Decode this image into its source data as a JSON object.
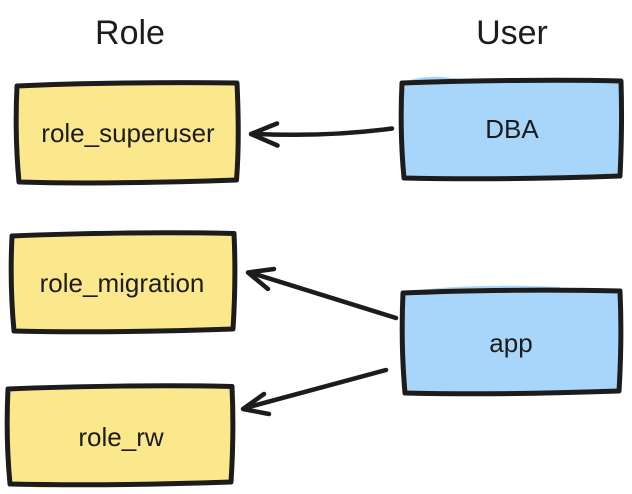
{
  "headers": {
    "role": "Role",
    "user": "User"
  },
  "nodes": {
    "roles": [
      {
        "label": "role_superuser"
      },
      {
        "label": "role_migration"
      },
      {
        "label": "role_rw"
      }
    ],
    "users": [
      {
        "label": "DBA"
      },
      {
        "label": "app"
      }
    ]
  },
  "edges": [
    {
      "from": "DBA",
      "to": "role_superuser"
    },
    {
      "from": "app",
      "to": "role_migration"
    },
    {
      "from": "app",
      "to": "role_rw"
    }
  ],
  "colors": {
    "role_fill": "#fbe88d",
    "user_fill": "#a8d6fb",
    "stroke": "#1c1c1c",
    "text": "#1c1c1c",
    "background": "#ffffff"
  }
}
